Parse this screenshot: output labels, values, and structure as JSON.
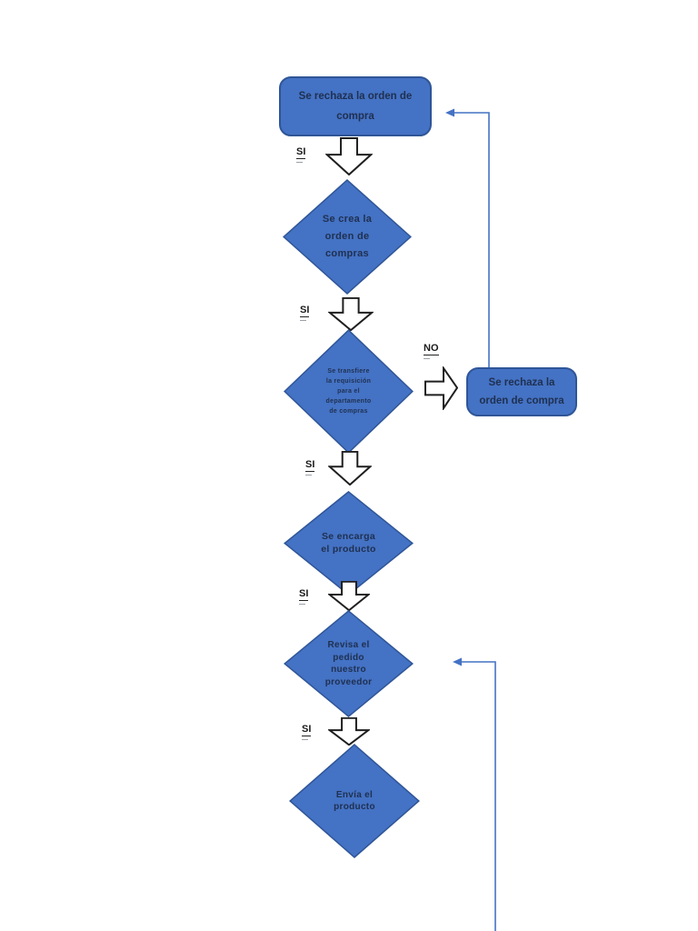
{
  "colors": {
    "shape_fill": "#4472C4",
    "shape_border": "#2F5597",
    "shape_text": "#1F3050",
    "connector_blue": "#4472C4",
    "block_arrow_fill": "#ffffff",
    "block_arrow_stroke": "#1f1f1f",
    "label_text": "#1a1a1a",
    "page_background": "#ffffff"
  },
  "labels": {
    "si": "SI",
    "no": "NO"
  },
  "nodes": {
    "start_box": {
      "text": "Se rechaza la orden de\ncompra"
    },
    "diamond_1": {
      "text": "Se crea la\norden de\ncompras"
    },
    "diamond_2": {
      "text": "Se transfiere\nla requisición\npara el\ndepartamento\nde compras"
    },
    "diamond_3": {
      "text": "Se encarga\nel producto"
    },
    "diamond_4": {
      "text": "Revisa el\npedido\nnuestro\nproveedor"
    },
    "diamond_5": {
      "text": "Envía el\nproducto"
    },
    "reject_box": {
      "text": "Se rechaza la\norden de compra"
    }
  }
}
